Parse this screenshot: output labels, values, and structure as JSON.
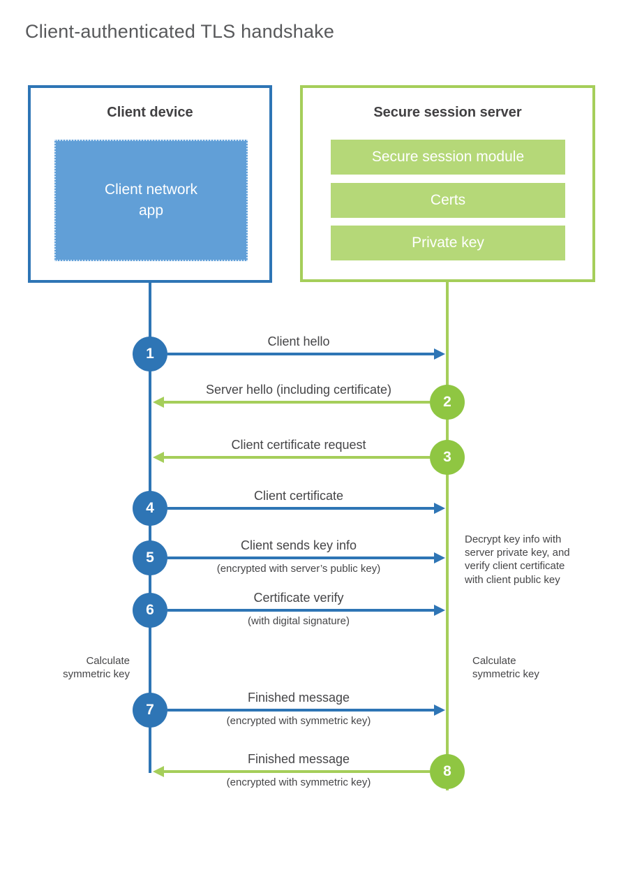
{
  "title": "Client-authenticated TLS handshake",
  "colors": {
    "blue": "#2e75b5",
    "blue_fill": "#619fd7",
    "green": "#a5ce5a",
    "green_circle": "#8fc642",
    "green_fill": "#b5d878"
  },
  "client": {
    "heading": "Client device",
    "app_label": [
      "Client network",
      "app"
    ]
  },
  "server": {
    "heading": "Secure session server",
    "modules": [
      "Secure session module",
      "Certs",
      "Private key"
    ]
  },
  "steps": [
    {
      "num": "1",
      "label": "Client hello",
      "sub": "",
      "direction": "client-to-server"
    },
    {
      "num": "2",
      "label": "Server hello (including certificate)",
      "sub": "",
      "direction": "server-to-client"
    },
    {
      "num": "3",
      "label": "Client certificate request",
      "sub": "",
      "direction": "server-to-client"
    },
    {
      "num": "4",
      "label": "Client certificate",
      "sub": "",
      "direction": "client-to-server"
    },
    {
      "num": "5",
      "label": "Client sends key info",
      "sub": "(encrypted with server’s public key)",
      "direction": "client-to-server"
    },
    {
      "num": "6",
      "label": "Certificate verify",
      "sub": "(with digital signature)",
      "direction": "client-to-server"
    },
    {
      "num": "7",
      "label": "Finished message",
      "sub": "(encrypted with symmetric key)",
      "direction": "client-to-server"
    },
    {
      "num": "8",
      "label": "Finished message",
      "sub": "(encrypted with symmetric key)",
      "direction": "server-to-client"
    }
  ],
  "notes": {
    "decrypt": "Decrypt key info with server private key, and verify client certificate with client public key",
    "calc_left": [
      "Calculate",
      "symmetric key"
    ],
    "calc_right": [
      "Calculate",
      "symmetric key"
    ]
  }
}
